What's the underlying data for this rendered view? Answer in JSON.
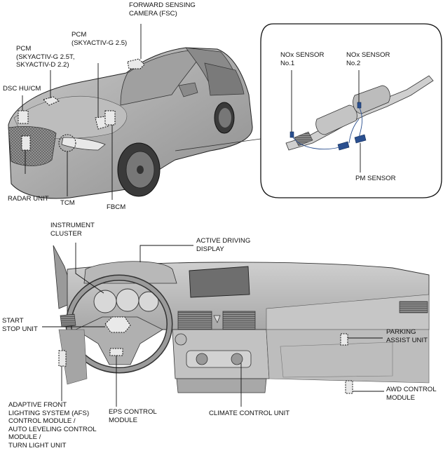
{
  "labels": {
    "fsc": "FORWARD SENSING\nCAMERA (FSC)",
    "pcm_g25": "PCM\n(SKYACTIV-G 2.5)",
    "pcm_g25t": "PCM\n(SKYACTIV-G 2.5T,\nSKYACTIV-D 2.2)",
    "dsc": "DSC HU/CM",
    "radar": "RADAR UNIT",
    "tcm": "TCM",
    "fbcm": "FBCM",
    "nox1": "NOx SENSOR\nNo.1",
    "nox2": "NOx SENSOR\nNo.2",
    "pm": "PM SENSOR",
    "cluster": "INSTRUMENT\nCLUSTER",
    "add": "ACTIVE DRIVING\nDISPLAY",
    "start": "START\nSTOP UNIT",
    "parking": "PARKING\nASSIST UNIT",
    "awd": "AWD CONTROL\nMODULE",
    "afs": "ADAPTIVE FRONT\nLIGHTING SYSTEM (AFS)\nCONTROL MODULE /\nAUTO LEVELING CONTROL\nMODULE /\nTURN LIGHT UNIT",
    "eps": "EPS CONTROL\nMODULE",
    "climate": "CLIMATE CONTROL UNIT"
  },
  "colors": {
    "line": "#1a1a1a",
    "body_dark": "#8c8c8c",
    "body_mid": "#b3b3b3",
    "body_light": "#d6d6d6",
    "sensor_blue": "#2a4f8f"
  }
}
